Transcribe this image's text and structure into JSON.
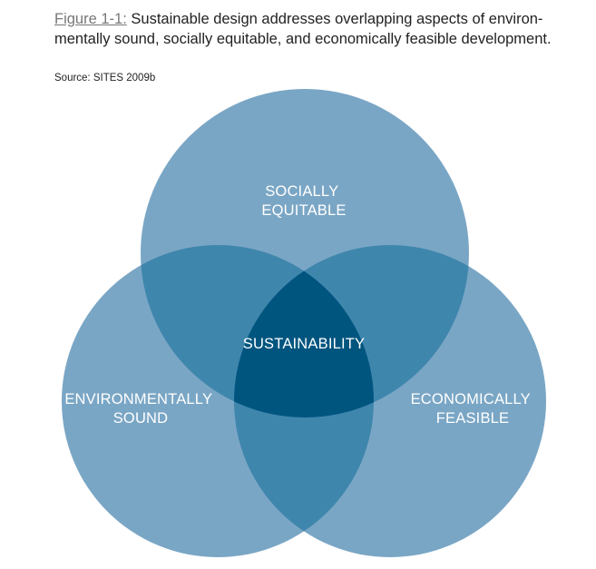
{
  "caption": {
    "label": "Figure 1-1:",
    "text": "Sustainable design addresses overlapping aspects of environ- mentally sound, socially equitable, and economically feasible development.",
    "source": "Source: SITES 2009b"
  },
  "diagram": {
    "type": "venn",
    "sets": [
      {
        "id": "social",
        "label_lines": [
          "SOCIALLY",
          "EQUITABLE"
        ]
      },
      {
        "id": "environmental",
        "label_lines": [
          "ENVIRONMENTALLY",
          "SOUND"
        ]
      },
      {
        "id": "economic",
        "label_lines": [
          "ECONOMICALLY",
          "FEASIBLE"
        ]
      }
    ],
    "center_label": "SUSTAINABILITY",
    "colors": {
      "single": "#7aa6c5",
      "pair": "#3f86ad",
      "triple": "#00557f",
      "label": "#ffffff"
    }
  }
}
